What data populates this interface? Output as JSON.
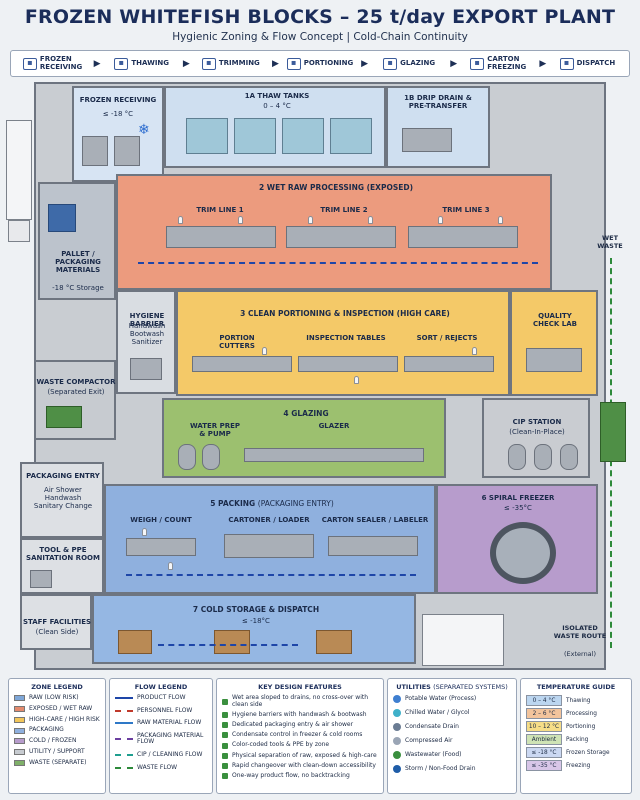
{
  "header": {
    "title": "FROZEN WHITEFISH BLOCKS – 25 t/day EXPORT PLANT",
    "subtitle": "Hygienic Zoning & Flow Concept  |  Cold-Chain Continuity"
  },
  "flow_steps": [
    {
      "label": "FROZEN\nRECEIVING",
      "icon": "truck-icon"
    },
    {
      "label": "THAWING",
      "icon": "water-icon"
    },
    {
      "label": "TRIMMING",
      "icon": "fish-icon"
    },
    {
      "label": "PORTIONING",
      "icon": "portion-icon"
    },
    {
      "label": "GLAZING",
      "icon": "droplet-icon"
    },
    {
      "label": "CARTON\nFREEZING",
      "icon": "carton-icon"
    },
    {
      "label": "DISPATCH",
      "icon": "truck-icon"
    }
  ],
  "zones": {
    "frozen_receiving": {
      "name": "FROZEN RECEIVING",
      "temp": "≤ -18 °C"
    },
    "thaw_tanks": {
      "name": "1A THAW TANKS",
      "temp": "0 – 4 °C"
    },
    "drip_drain": {
      "name": "1B DRIP DRAIN &\nPRE-TRANSFER"
    },
    "wet_raw": {
      "name": "2 WET RAW PROCESSING (EXPOSED)",
      "lines": [
        "TRIM LINE 1",
        "TRIM LINE 2",
        "TRIM LINE 3"
      ]
    },
    "pallet": {
      "name": "PALLET /\nPACKAGING\nMATERIALS",
      "temp": "-18 °C Storage"
    },
    "hygiene_barrier": {
      "name": "HYGIENE BARRIER",
      "items": "Handwash\nBootwash\nSanitizer"
    },
    "clean_portioning": {
      "name": "3 CLEAN PORTIONING & INSPECTION (HIGH CARE)",
      "stations": [
        "PORTION CUTTERS",
        "INSPECTION TABLES",
        "SORT / REJECTS"
      ]
    },
    "quality_lab": {
      "name": "QUALITY\nCHECK LAB"
    },
    "waste_compactor": {
      "name": "WASTE COMPACTOR",
      "note": "(Separated Exit)"
    },
    "glazing": {
      "name": "4 GLAZING",
      "stations": [
        "WATER PREP\n& PUMP",
        "GLAZER"
      ]
    },
    "cip": {
      "name": "CIP STATION",
      "note": "(Clean-In-Place)"
    },
    "packaging_entry": {
      "name": "PACKAGING ENTRY",
      "items": "Air Shower\nHandwash\nSanitary Change"
    },
    "tool_ppe": {
      "name": "TOOL & PPE\nSANITATION ROOM"
    },
    "packing": {
      "name": "5 PACKING",
      "sub": "(PACKAGING ENTRY)",
      "stations": [
        "WEIGH / COUNT",
        "CARTONER / LOADER",
        "CARTON SEALER / LABELER"
      ]
    },
    "spiral_freezer": {
      "name": "6 SPIRAL FREEZER",
      "temp": "≤ -35°C"
    },
    "staff": {
      "name": "STAFF FACILITIES",
      "note": "(Clean Side)"
    },
    "cold_storage": {
      "name": "7 COLD STORAGE & DISPATCH",
      "temp": "≤ -18°C"
    },
    "wet_waste": {
      "name": "WET\nWASTE"
    },
    "isolated_waste": {
      "name": "ISOLATED\nWASTE ROUTE",
      "note": "(External)"
    }
  },
  "legend": {
    "zone": {
      "title": "ZONE LEGEND",
      "items": [
        {
          "label": "RAW (LOW RISK)",
          "color": "#7fa7d8"
        },
        {
          "label": "EXPOSED / WET RAW",
          "color": "#e48a6d"
        },
        {
          "label": "HIGH-CARE / HIGH RISK",
          "color": "#f2c65a"
        },
        {
          "label": "PACKAGING",
          "color": "#8fb0de"
        },
        {
          "label": "COLD / FROZEN",
          "color": "#b79ccc"
        },
        {
          "label": "UTILITY / SUPPORT",
          "color": "#c7cbd0"
        },
        {
          "label": "WASTE (SEPARATE)",
          "color": "#7fb069"
        }
      ]
    },
    "flow": {
      "title": "FLOW LEGEND",
      "items": [
        {
          "label": "PRODUCT FLOW",
          "color": "#1e46a8",
          "dash": false
        },
        {
          "label": "PERSONNEL FLOW",
          "color": "#c0392b",
          "dash": true
        },
        {
          "label": "RAW MATERIAL FLOW",
          "color": "#2e78c7",
          "dash": false
        },
        {
          "label": "PACKAGING MATERIAL FLOW",
          "color": "#6b3fa0",
          "dash": true
        },
        {
          "label": "CIP / CLEANING FLOW",
          "color": "#1f9e8f",
          "dash": true
        },
        {
          "label": "WASTE FLOW",
          "color": "#2d8a3a",
          "dash": true
        }
      ]
    },
    "features": {
      "title": "KEY DESIGN FEATURES",
      "items": [
        "Wet area sloped to drains, no cross-over with clean side",
        "Hygiene barriers with handwash & bootwash",
        "Dedicated packaging entry & air shower",
        "Condensate control in freezer & cold rooms",
        "Color-coded tools & PPE by zone",
        "Physical separation of raw, exposed & high-care",
        "Rapid changeover with clean-down accessibility",
        "One-way product flow, no backtracking"
      ]
    },
    "utilities": {
      "title": "UTILITIES",
      "sub": "(SEPARATED SYSTEMS)",
      "items": [
        {
          "label": "Potable Water (Process)",
          "color": "#3f7fd0"
        },
        {
          "label": "Chilled Water / Glycol",
          "color": "#3fb0c9"
        },
        {
          "label": "Condensate Drain",
          "color": "#6b7c93"
        },
        {
          "label": "Compressed Air",
          "color": "#9aa5b5"
        },
        {
          "label": "Wastewater (Food)",
          "color": "#3a8f3e"
        },
        {
          "label": "Storm / Non-Food Drain",
          "color": "#1f5da8"
        }
      ]
    },
    "temperature": {
      "title": "TEMPERATURE GUIDE",
      "rows": [
        {
          "range": "0 – 4 °C",
          "use": "Thawing",
          "color": "#bcd6f0"
        },
        {
          "range": "2 – 6 °C",
          "use": "Processing",
          "color": "#f3c49c"
        },
        {
          "range": "10 – 12 °C",
          "use": "Portioning",
          "color": "#f6dd87"
        },
        {
          "range": "Ambient",
          "use": "Packing",
          "color": "#cfe3b5"
        },
        {
          "range": "≤ -18 °C",
          "use": "Frozen Storage",
          "color": "#cbd8f2"
        },
        {
          "range": "≤ -35 °C",
          "use": "Freezing",
          "color": "#d8c6e8"
        }
      ]
    }
  }
}
